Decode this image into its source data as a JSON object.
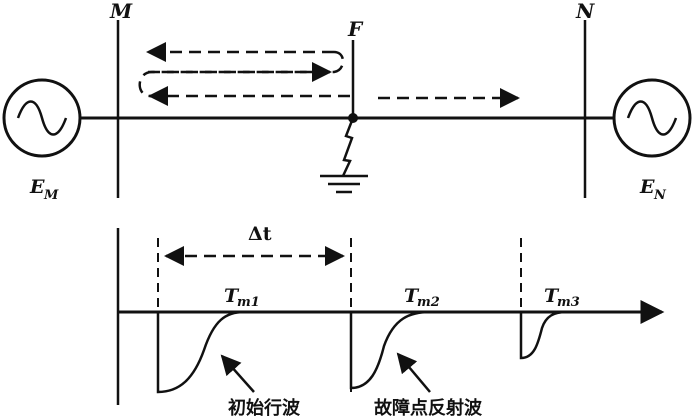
{
  "labels": {
    "bus_m": "M",
    "bus_n": "N",
    "fault": "F",
    "source_m_main": "E",
    "source_m_sub": "M",
    "source_n_main": "E",
    "source_n_sub": "N",
    "delta_t": "Δt",
    "tm1_main": "T",
    "tm1_sub": "m1",
    "tm2_main": "T",
    "tm2_sub": "m2",
    "tm3_main": "T",
    "tm3_sub": "m3",
    "initial_wave": "初始行波",
    "reflected_wave": "故障点反射波"
  },
  "colors": {
    "ink": "#111111",
    "background": "#ffffff"
  }
}
